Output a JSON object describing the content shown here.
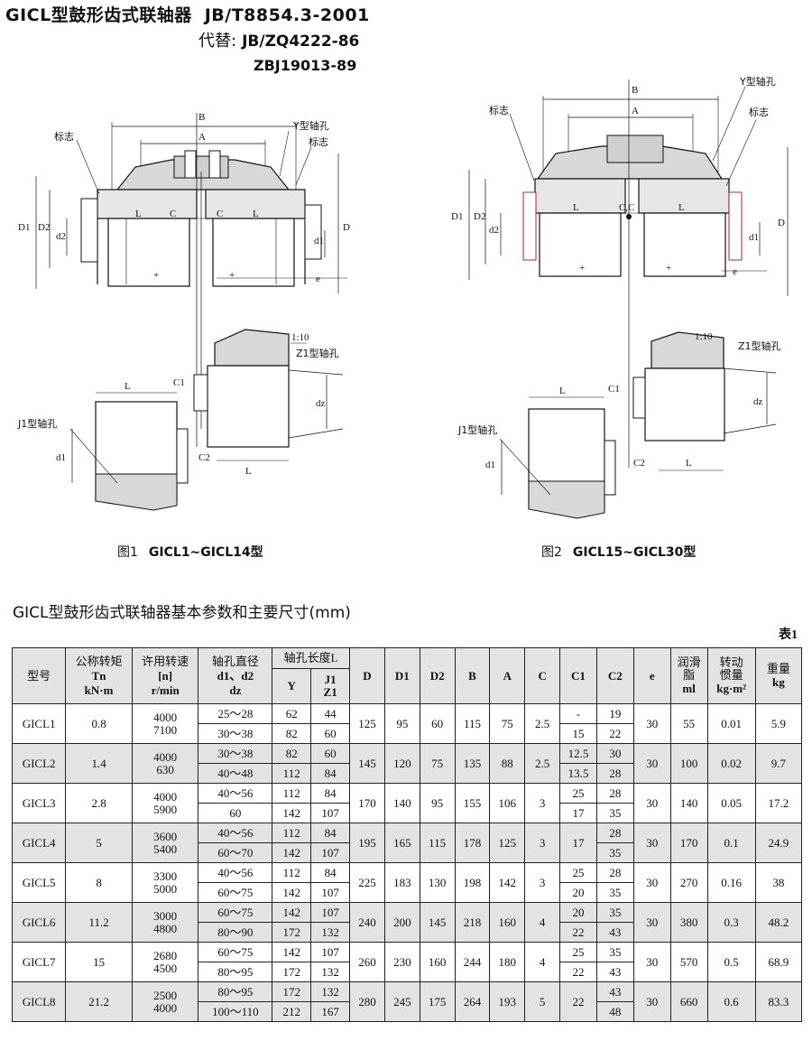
{
  "header": {
    "title": "GICL型鼓形齿式联轴器",
    "standard": "JB/T8854.3-2001",
    "replaces_label": "代替:",
    "replaces_1": "JB/ZQ4222-86",
    "replaces_2": "ZBJ19013-89"
  },
  "figure1": {
    "caption_no": "图1",
    "caption_model": "GICL1~GICL14型",
    "labels": {
      "B": "B",
      "A": "A",
      "biaozhi_left": "标志",
      "y_hole": "Y型轴孔",
      "biaozhi_right": "标志",
      "D1": "D1",
      "D2": "D2",
      "d2": "d2",
      "d1": "d1",
      "D": "D",
      "L": "L",
      "C": "C",
      "e": "e",
      "taper": "1:10",
      "z1_hole": "Z1型轴孔",
      "j1_hole": "J1型轴孔",
      "C1": "C1",
      "C2": "C2",
      "dz": "dz"
    }
  },
  "figure2": {
    "caption_no": "图2",
    "caption_model": "GICL15~GICL30型",
    "labels": {
      "B": "B",
      "A": "A",
      "biaozhi_left": "标志",
      "y_hole": "Y型轴孔",
      "biaozhi_right": "标志",
      "D1": "D1",
      "D2": "D2",
      "d2": "d2",
      "d1": "d1",
      "D": "D",
      "L": "L",
      "CC": "C,C",
      "e": "e",
      "taper": "1:10",
      "z1_hole": "Z1型轴孔",
      "j1_hole": "J1型轴孔",
      "C1": "C1",
      "C2": "C2",
      "dz": "dz"
    }
  },
  "section": {
    "title": "GICL型鼓形齿式联轴器基本参数和主要尺寸(mm)",
    "table_label": "表1"
  },
  "table": {
    "headers": {
      "model": "型号",
      "torque": "公称转矩",
      "torque_sym": "Tn",
      "torque_unit": "kN·m",
      "speed": "许用转速",
      "speed_sym": "[n]",
      "speed_unit": "r/min",
      "bore": "轴孔直径",
      "bore_sym": "d1、d2",
      "bore_unit": "dz",
      "len": "轴孔长度L",
      "len_y": "Y",
      "len_j1": "J1",
      "len_z1": "Z1",
      "D": "D",
      "D1": "D1",
      "D2": "D2",
      "B": "B",
      "A": "A",
      "C": "C",
      "C1": "C1",
      "C2": "C2",
      "e": "e",
      "grease": "润滑",
      "grease2": "脂",
      "grease_unit": "ml",
      "inertia": "转动",
      "inertia2": "惯量",
      "inertia_unit": "kg·m²",
      "weight": "重量",
      "weight_unit": "kg"
    },
    "rows": [
      {
        "model": "GICL1",
        "tn": "0.8",
        "n1": "4000",
        "n2": "7100",
        "bore": [
          "25～28",
          "30～38"
        ],
        "y": [
          "62",
          "82"
        ],
        "j1": [
          "44",
          "60"
        ],
        "D": "125",
        "D1": "95",
        "D2": "60",
        "B": "115",
        "A": "75",
        "C": "2.5",
        "c1": [
          "-",
          "15"
        ],
        "c2": [
          "19",
          "22"
        ],
        "e": "30",
        "grease": "55",
        "inertia": "0.01",
        "weight": "5.9"
      },
      {
        "model": "GICL2",
        "tn": "1.4",
        "n1": "4000",
        "n2": "630",
        "bore": [
          "30～38",
          "40～48"
        ],
        "y": [
          "82",
          "112"
        ],
        "j1": [
          "60",
          "84"
        ],
        "D": "145",
        "D1": "120",
        "D2": "75",
        "B": "135",
        "A": "88",
        "C": "2.5",
        "c1": [
          "12.5",
          "13.5"
        ],
        "c2": [
          "30",
          "28"
        ],
        "e": "30",
        "grease": "100",
        "inertia": "0.02",
        "weight": "9.7"
      },
      {
        "model": "GICL3",
        "tn": "2.8",
        "n1": "4000",
        "n2": "5900",
        "bore": [
          "40～56",
          "60"
        ],
        "y": [
          "112",
          "142"
        ],
        "j1": [
          "84",
          "107"
        ],
        "D": "170",
        "D1": "140",
        "D2": "95",
        "B": "155",
        "A": "106",
        "C": "3",
        "c1": [
          "25",
          "17"
        ],
        "c2": [
          "28",
          "35"
        ],
        "e": "30",
        "grease": "140",
        "inertia": "0.05",
        "weight": "17.2"
      },
      {
        "model": "GICL4",
        "tn": "5",
        "n1": "3600",
        "n2": "5400",
        "bore": [
          "40～56",
          "60～70"
        ],
        "y": [
          "112",
          "142"
        ],
        "j1": [
          "84",
          "107"
        ],
        "D": "195",
        "D1": "165",
        "D2": "115",
        "B": "178",
        "A": "125",
        "C": "3",
        "c1": [
          "17"
        ],
        "c2": [
          "28",
          "35"
        ],
        "e": "30",
        "grease": "170",
        "inertia": "0.1",
        "weight": "24.9"
      },
      {
        "model": "GICL5",
        "tn": "8",
        "n1": "3300",
        "n2": "5000",
        "bore": [
          "40～56",
          "60～75"
        ],
        "y": [
          "112",
          "142"
        ],
        "j1": [
          "84",
          "107"
        ],
        "D": "225",
        "D1": "183",
        "D2": "130",
        "B": "198",
        "A": "142",
        "C": "3",
        "c1": [
          "25",
          "20"
        ],
        "c2": [
          "28",
          "35"
        ],
        "e": "30",
        "grease": "270",
        "inertia": "0.16",
        "weight": "38"
      },
      {
        "model": "GICL6",
        "tn": "11.2",
        "n1": "3000",
        "n2": "4800",
        "bore": [
          "60～75",
          "80～90"
        ],
        "y": [
          "142",
          "172"
        ],
        "j1": [
          "107",
          "132"
        ],
        "D": "240",
        "D1": "200",
        "D2": "145",
        "B": "218",
        "A": "160",
        "C": "4",
        "c1": [
          "20",
          "22"
        ],
        "c2": [
          "35",
          "43"
        ],
        "e": "30",
        "grease": "380",
        "inertia": "0.3",
        "weight": "48.2"
      },
      {
        "model": "GICL7",
        "tn": "15",
        "n1": "2680",
        "n2": "4500",
        "bore": [
          "60～75",
          "80～95"
        ],
        "y": [
          "142",
          "172"
        ],
        "j1": [
          "107",
          "132"
        ],
        "D": "260",
        "D1": "230",
        "D2": "160",
        "B": "244",
        "A": "180",
        "C": "4",
        "c1": [
          "25",
          "22"
        ],
        "c2": [
          "35",
          "43"
        ],
        "e": "30",
        "grease": "570",
        "inertia": "0.5",
        "weight": "68.9"
      },
      {
        "model": "GICL8",
        "tn": "21.2",
        "n1": "2500",
        "n2": "4000",
        "bore": [
          "80～95",
          "100～110"
        ],
        "y": [
          "172",
          "212"
        ],
        "j1": [
          "132",
          "167"
        ],
        "D": "280",
        "D1": "245",
        "D2": "175",
        "B": "264",
        "A": "193",
        "C": "5",
        "c1": [
          "22"
        ],
        "c2": [
          "43",
          "48"
        ],
        "e": "30",
        "grease": "660",
        "inertia": "0.6",
        "weight": "83.3"
      }
    ]
  }
}
